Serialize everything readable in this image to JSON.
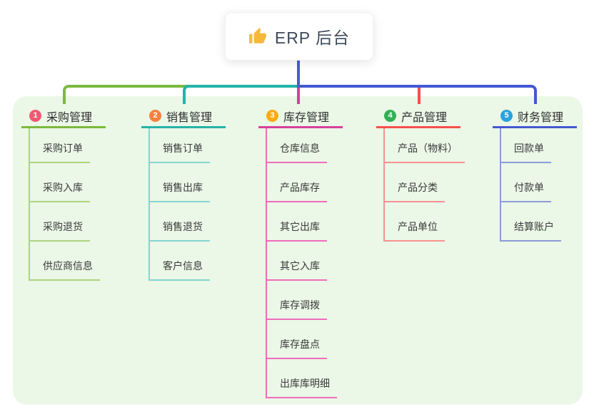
{
  "root": {
    "label": "ERP 后台",
    "icon": "thumbs-up",
    "icon_color": "#f6b93c",
    "box_color": "#ffffff"
  },
  "canvas": {
    "panel_color": "#ebf7e7",
    "background_color": "#ffffff",
    "trunk_stem_color": "#4a5cc9"
  },
  "branches": [
    {
      "num": "1",
      "label": "采购管理",
      "badge_color": "#f25872",
      "line_color": "#7cb93e",
      "child_line_color": "#abd47c",
      "children": [
        "采购订单",
        "采购入库",
        "采购退货",
        "供应商信息"
      ]
    },
    {
      "num": "2",
      "label": "销售管理",
      "badge_color": "#f5813f",
      "line_color": "#24b3a8",
      "child_line_color": "#83d6cf",
      "children": [
        "销售订单",
        "销售出库",
        "销售退货",
        "客户信息"
      ]
    },
    {
      "num": "3",
      "label": "库存管理",
      "badge_color": "#f9ab11",
      "line_color": "#d6409b",
      "child_line_color": "#ef6cbb",
      "children": [
        "仓库信息",
        "产品库存",
        "其它出库",
        "其它入库",
        "库存调拨",
        "库存盘点",
        "出库库明细"
      ]
    },
    {
      "num": "4",
      "label": "产品管理",
      "badge_color": "#34b055",
      "line_color": "#f4504e",
      "child_line_color": "#f79290",
      "children": [
        "产品（物料）",
        "产品分类",
        "产品单位"
      ]
    },
    {
      "num": "5",
      "label": "财务管理",
      "badge_color": "#2ba2da",
      "line_color": "#4358d2",
      "child_line_color": "#8b9cd9",
      "children": [
        "回款单",
        "付款单",
        "结算账户"
      ]
    }
  ]
}
